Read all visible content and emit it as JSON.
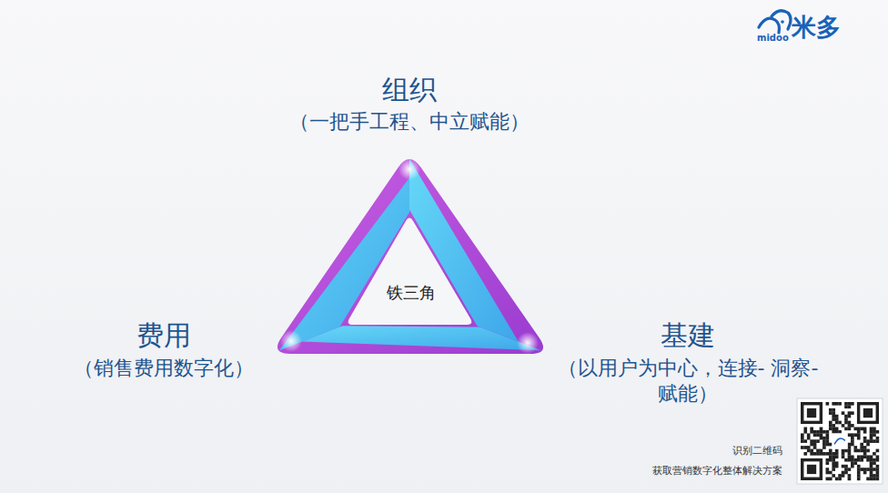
{
  "diagram": {
    "nodes": [
      {
        "text": [
          "铁三角"
        ]
      }
    ],
    "labels": [
      "组织",
      "（一把手工程、中立赋能）",
      "费用",
      "（销售费用数字化）",
      "基建",
      "（以用户为中心，连接- 洞察-赋能）",
      "米多",
      "midoo",
      "识别二维码",
      "获取营销数字化整体解决方案"
    ]
  }
}
